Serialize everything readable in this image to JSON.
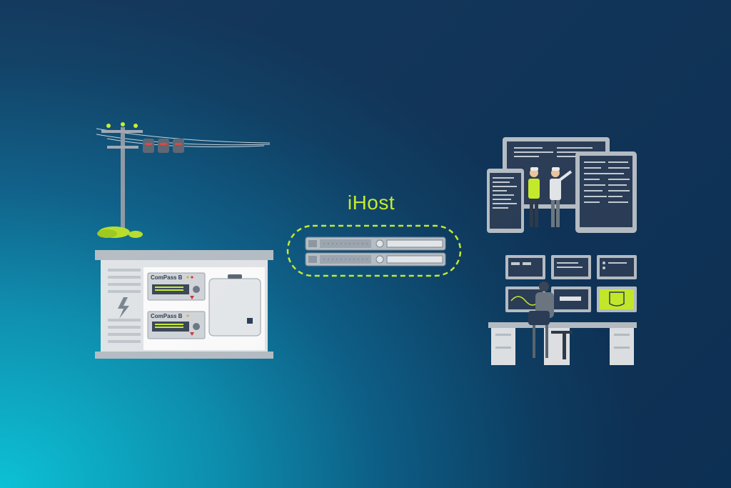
{
  "center": {
    "label": "iHost"
  },
  "substation": {
    "module_top_label": "ComPass B",
    "module_bottom_label": "ComPass B"
  },
  "colors": {
    "accent": "#c9f02a",
    "panel": "#e8ebee",
    "dark_frame": "#4a5868",
    "screen": "#2a3c57"
  }
}
